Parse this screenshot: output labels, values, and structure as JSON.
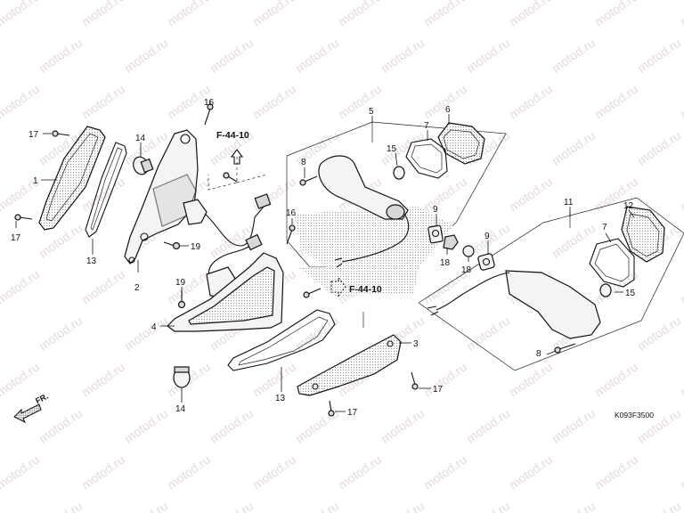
{
  "watermark": "motod.ru",
  "diagram_code": "K093F3500",
  "front_marker": "FR.",
  "reference_labels": [
    {
      "id": "ref-upper",
      "text": "F-44-10"
    },
    {
      "id": "ref-lower",
      "text": "F-44-10"
    }
  ],
  "callouts": [
    {
      "id": "c1",
      "text": "1"
    },
    {
      "id": "c2",
      "text": "2"
    },
    {
      "id": "c3",
      "text": "3"
    },
    {
      "id": "c4",
      "text": "4"
    },
    {
      "id": "c5",
      "text": "5"
    },
    {
      "id": "c6",
      "text": "6"
    },
    {
      "id": "c7a",
      "text": "7"
    },
    {
      "id": "c7b",
      "text": "7"
    },
    {
      "id": "c8a",
      "text": "8"
    },
    {
      "id": "c8b",
      "text": "8"
    },
    {
      "id": "c9a",
      "text": "9"
    },
    {
      "id": "c9b",
      "text": "9"
    },
    {
      "id": "c11",
      "text": "11"
    },
    {
      "id": "c12",
      "text": "12"
    },
    {
      "id": "c13a",
      "text": "13"
    },
    {
      "id": "c13b",
      "text": "13"
    },
    {
      "id": "c14a",
      "text": "14"
    },
    {
      "id": "c14b",
      "text": "14"
    },
    {
      "id": "c15a",
      "text": "15"
    },
    {
      "id": "c15b",
      "text": "15"
    },
    {
      "id": "c16a",
      "text": "16"
    },
    {
      "id": "c16b",
      "text": "16"
    },
    {
      "id": "c17a",
      "text": "17"
    },
    {
      "id": "c17b",
      "text": "17"
    },
    {
      "id": "c17c",
      "text": "17"
    },
    {
      "id": "c17d",
      "text": "17"
    },
    {
      "id": "c18a",
      "text": "18"
    },
    {
      "id": "c18b",
      "text": "18"
    },
    {
      "id": "c19a",
      "text": "19"
    },
    {
      "id": "c19b",
      "text": "19"
    }
  ]
}
